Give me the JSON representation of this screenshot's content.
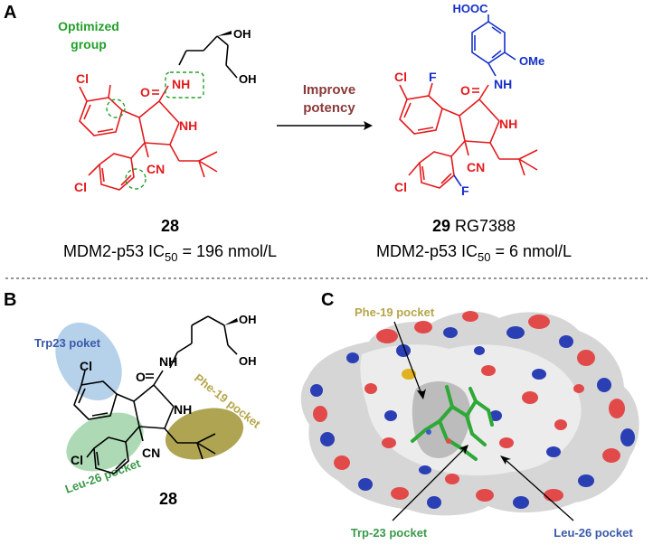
{
  "panel_a": {
    "panel_label": "A",
    "optimized_label_line1": "Optimized",
    "optimized_label_line2": "group",
    "arrow_label_line1": "Improve",
    "arrow_label_line2": "potency",
    "compound1": {
      "number": "28",
      "activity_prefix": "MDM2-p53 IC",
      "activity_subscript": "50",
      "activity_value": " = 196 nmol/L",
      "atoms": {
        "cl_top": "Cl",
        "cl_bottom": "Cl",
        "o": "O",
        "nh_amide": "NH",
        "nh_ring": "NH",
        "cn": "CN",
        "oh1": "OH",
        "oh2": "OH"
      }
    },
    "compound2": {
      "number": "29",
      "name": " RG7388",
      "activity_prefix": "MDM2-p53 IC",
      "activity_subscript": "50",
      "activity_value": " = 6 nmol/L",
      "atoms": {
        "hooc": "HOOC",
        "ome": "OMe",
        "cl_top": "Cl",
        "f_top": "F",
        "cl_bottom": "Cl",
        "f_bottom": "F",
        "o": "O",
        "nh_amide": "NH",
        "nh_ring": "NH",
        "cn": "CN"
      }
    }
  },
  "panel_b": {
    "panel_label": "B",
    "trp_label": "Trp23 poket",
    "phe_label": "Phe-19 pocket",
    "leu_label": "Leu-26 pocket",
    "compound_number": "28",
    "atoms": {
      "cl_top": "Cl",
      "cl_bottom": "Cl",
      "o": "O",
      "nh_amide": "NH",
      "nh_ring": "NH",
      "cn": "CN",
      "oh1": "OH",
      "oh2": "OH"
    }
  },
  "panel_c": {
    "panel_label": "C",
    "phe_label": "Phe-19 pocket",
    "trp_label": "Trp-23 pocket",
    "leu_label": "Leu-26 pocket"
  },
  "colors": {
    "red": "#e31a1c",
    "green_label": "#22a02a",
    "blue_label": "#1530c8",
    "brown_label": "#8b3a3a",
    "trp_blue": "#3a5aaa",
    "phe_gold": "#b5a64a",
    "leu_green": "#3a9a4a"
  }
}
